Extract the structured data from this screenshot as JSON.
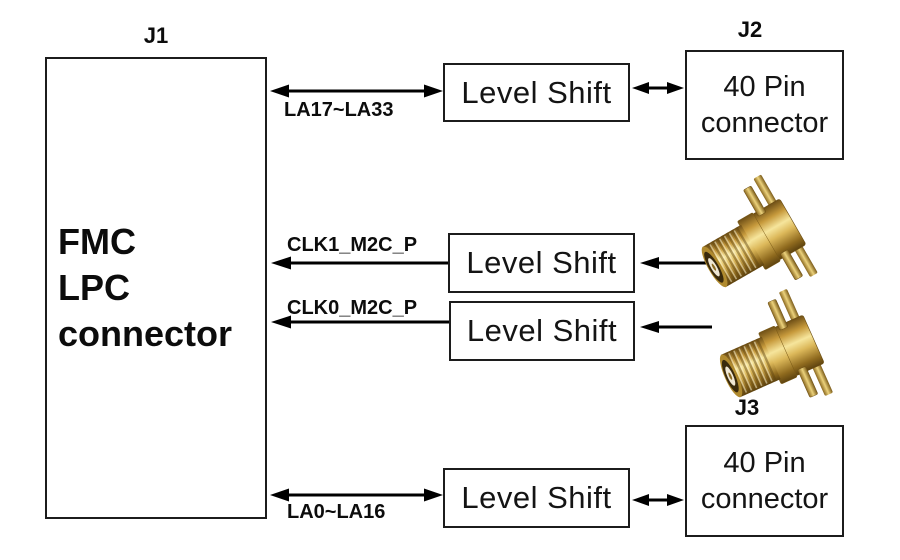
{
  "diagram": {
    "colors": {
      "background": "#ffffff",
      "line": "#000000",
      "box_border": "#1c1c1c",
      "gold": "#c9a23c"
    },
    "j1": {
      "ref": "J1",
      "lines": [
        "FMC",
        "LPC",
        "connector"
      ]
    },
    "level_shift": {
      "label": "Level Shift"
    },
    "j2": {
      "ref": "J2",
      "lines": [
        "40 Pin",
        "connector"
      ]
    },
    "j3": {
      "ref": "J3",
      "lines": [
        "40 Pin",
        "connector"
      ]
    },
    "signals": {
      "la_upper": "LA17~LA33",
      "clk1": "CLK1_M2C_P",
      "clk0": "CLK0_M2C_P",
      "la_lower": "LA0~LA16"
    },
    "icons": {
      "sma_top": "sma-coaxial-jack",
      "sma_bottom": "sma-coaxial-jack"
    }
  }
}
